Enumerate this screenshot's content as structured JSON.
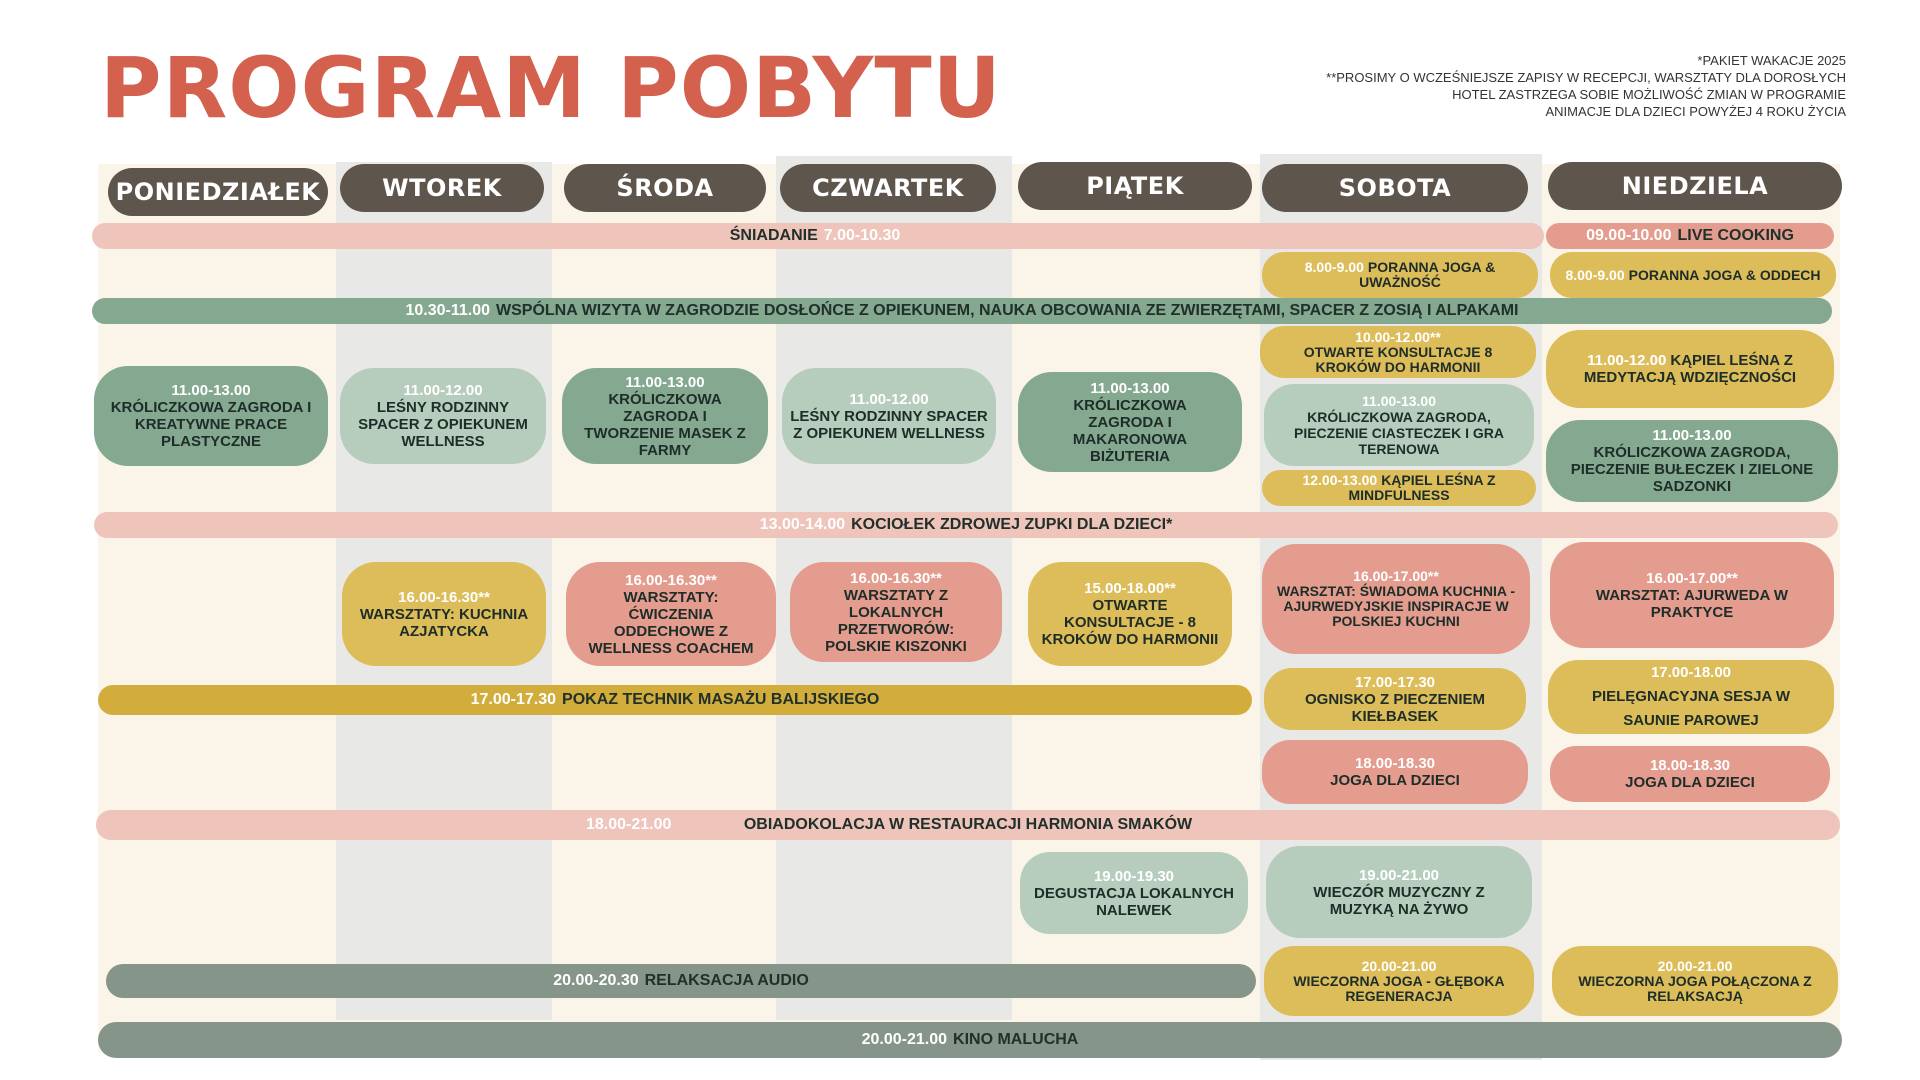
{
  "header": {
    "title": "PROGRAM POBYTU",
    "notes": [
      "*PAKIET WAKACJE 2025",
      "**PROSIMY O WCZEŚNIEJSZE ZAPISY W RECEPCJI, WARSZTATY DLA DOROSŁYCH",
      "HOTEL ZASTRZEGA SOBIE MOŻLIWOŚĆ ZMIAN W PROGRAMIE",
      "ANIMACJE DLA DZIECI POWYŻEJ 4 ROKU ŻYCIA"
    ]
  },
  "days": [
    "PONIEDZIAŁEK",
    "WTOREK",
    "ŚRODA",
    "CZWARTEK",
    "PIĄTEK",
    "SOBOTA",
    "NIEDZIELA"
  ],
  "bands": {
    "breakfast": {
      "label": "ŚNIADANIE",
      "time": "7.00-10.30"
    },
    "live_cooking": {
      "time": "09.00-10.00",
      "label": "LIVE COOKING"
    },
    "farm_visit": {
      "time": "10.30-11.00",
      "label": "WSPÓLNA WIZYTA W ZAGRODZIE DOSŁOŃCE Z OPIEKUNEM, NAUKA OBCOWANIA ZE ZWIERZĘTAMI, SPACER Z ZOSIĄ I ALPAKAMI"
    },
    "soup": {
      "time": "13.00-14.00",
      "label": "KOCIOŁEK ZDROWEJ ZUPKI DLA DZIECI*"
    },
    "massage": {
      "time": "17.00-17.30",
      "label": "POKAZ TECHNIK MASAŻU BALIJSKIEGO"
    },
    "dinner": {
      "time": "18.00-21.00",
      "label": "OBIADOKOLACJA W RESTAURACJI HARMONIA SMAKÓW"
    },
    "audio": {
      "time": "20.00-20.30",
      "label": "RELAKSACJA AUDIO"
    },
    "kino": {
      "time": "20.00-21.00",
      "label": "KINO MALUCHA"
    }
  },
  "cards": {
    "sat_yoga": {
      "time": "8.00-9.00",
      "label": "PORANNA JOGA & UWAŻNOŚĆ"
    },
    "sun_yoga": {
      "time": "8.00-9.00",
      "label": "PORANNA JOGA & ODDECH"
    },
    "mon_1100": {
      "time": "11.00-13.00",
      "label": "KRÓLICZKOWA ZAGRODA I KREATYWNE PRACE PLASTYCZNE"
    },
    "tue_1100": {
      "time": "11.00-12.00",
      "label": "LEŚNY RODZINNY SPACER Z OPIEKUNEM WELLNESS"
    },
    "wed_1100": {
      "time": "11.00-13.00",
      "label": "KRÓLICZKOWA ZAGRODA I TWORZENIE MASEK Z FARMY"
    },
    "thu_1100": {
      "time": "11.00-12.00",
      "label": "LEŚNY RODZINNY SPACER Z OPIEKUNEM WELLNESS"
    },
    "fri_1100": {
      "time": "11.00-13.00",
      "label": "KRÓLICZKOWA ZAGRODA I MAKARONOWA BIŻUTERIA"
    },
    "sat_1000": {
      "time": "10.00-12.00**",
      "label": "OTWARTE KONSULTACJE 8 KROKÓW DO HARMONII"
    },
    "sat_1100": {
      "time": "11.00-13.00",
      "label": "KRÓLICZKOWA ZAGRODA, PIECZENIE CIASTECZEK I GRA TERENOWA"
    },
    "sat_1200": {
      "time": "12.00-13.00",
      "label": "KĄPIEL LEŚNA Z MINDFULNESS"
    },
    "sun_1100a": {
      "time": "11.00-12.00",
      "label": "KĄPIEL LEŚNA Z MEDYTACJĄ WDZIĘCZNOŚCI"
    },
    "sun_1100b": {
      "time": "11.00-13.00",
      "label": "KRÓLICZKOWA ZAGRODA, PIECZENIE BUŁECZEK I ZIELONE SADZONKI"
    },
    "tue_1600": {
      "time": "16.00-16.30**",
      "label": "WARSZTATY: KUCHNIA AZJATYCKA"
    },
    "wed_1600": {
      "time": "16.00-16.30**",
      "label": "WARSZTATY: ĆWICZENIA ODDECHOWE Z WELLNESS COACHEM"
    },
    "thu_1600": {
      "time": "16.00-16.30**",
      "label": "WARSZTATY Z LOKALNYCH PRZETWORÓW: POLSKIE KISZONKI"
    },
    "fri_1500": {
      "time": "15.00-18.00**",
      "label": "OTWARTE KONSULTACJE - 8 KROKÓW DO HARMONII"
    },
    "sat_1600": {
      "time": "16.00-17.00**",
      "label": "WARSZTAT: ŚWIADOMA KUCHNIA - AJURWEDYJSKIE INSPIRACJE W POLSKIEJ KUCHNI"
    },
    "sun_1600": {
      "time": "16.00-17.00**",
      "label": "WARSZTAT: AJURWEDA W PRAKTYCE"
    },
    "sat_1700": {
      "time": "17.00-17.30",
      "label": "OGNISKO Z PIECZENIEM KIEŁBASEK"
    },
    "sun_1700": {
      "time": "17.00-18.00",
      "label": "PIELĘGNACYJNA SESJA W SAUNIE PAROWEJ"
    },
    "sat_1800": {
      "time": "18.00-18.30",
      "label": "JOGA DLA DZIECI"
    },
    "sun_1800": {
      "time": "18.00-18.30",
      "label": "JOGA DLA DZIECI"
    },
    "fri_1900": {
      "time": "19.00-19.30",
      "label": "DEGUSTACJA LOKALNYCH NALEWEK"
    },
    "sat_1900": {
      "time": "19.00-21.00",
      "label": "WIECZÓR MUZYCZNY Z MUZYKĄ NA ŻYWO"
    },
    "sat_2000": {
      "time": "20.00-21.00",
      "label": "WIECZORNA JOGA - GŁĘBOKA REGENERACJA"
    },
    "sun_2000": {
      "time": "20.00-21.00",
      "label": "WIECZORNA JOGA POŁĄCZONA Z RELAKSACJĄ"
    }
  }
}
